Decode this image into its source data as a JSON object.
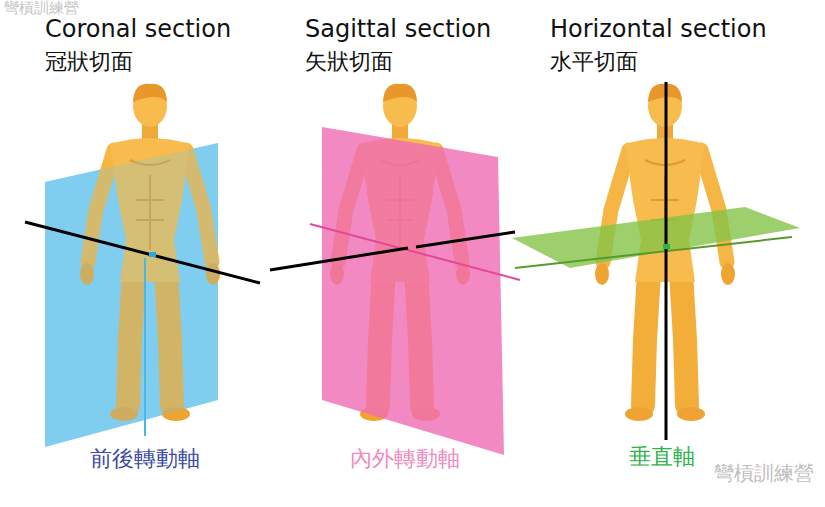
{
  "diagram": {
    "labels": [
      "彎槓訓練營",
      "Coronal section",
      "冠狀切面",
      "Sagittal section",
      "矢狀切面",
      "Horizontal section",
      "水平切面",
      "前後轉動軸",
      "內外轉動軸",
      "垂直軸",
      "彎槓訓練營"
    ]
  }
}
